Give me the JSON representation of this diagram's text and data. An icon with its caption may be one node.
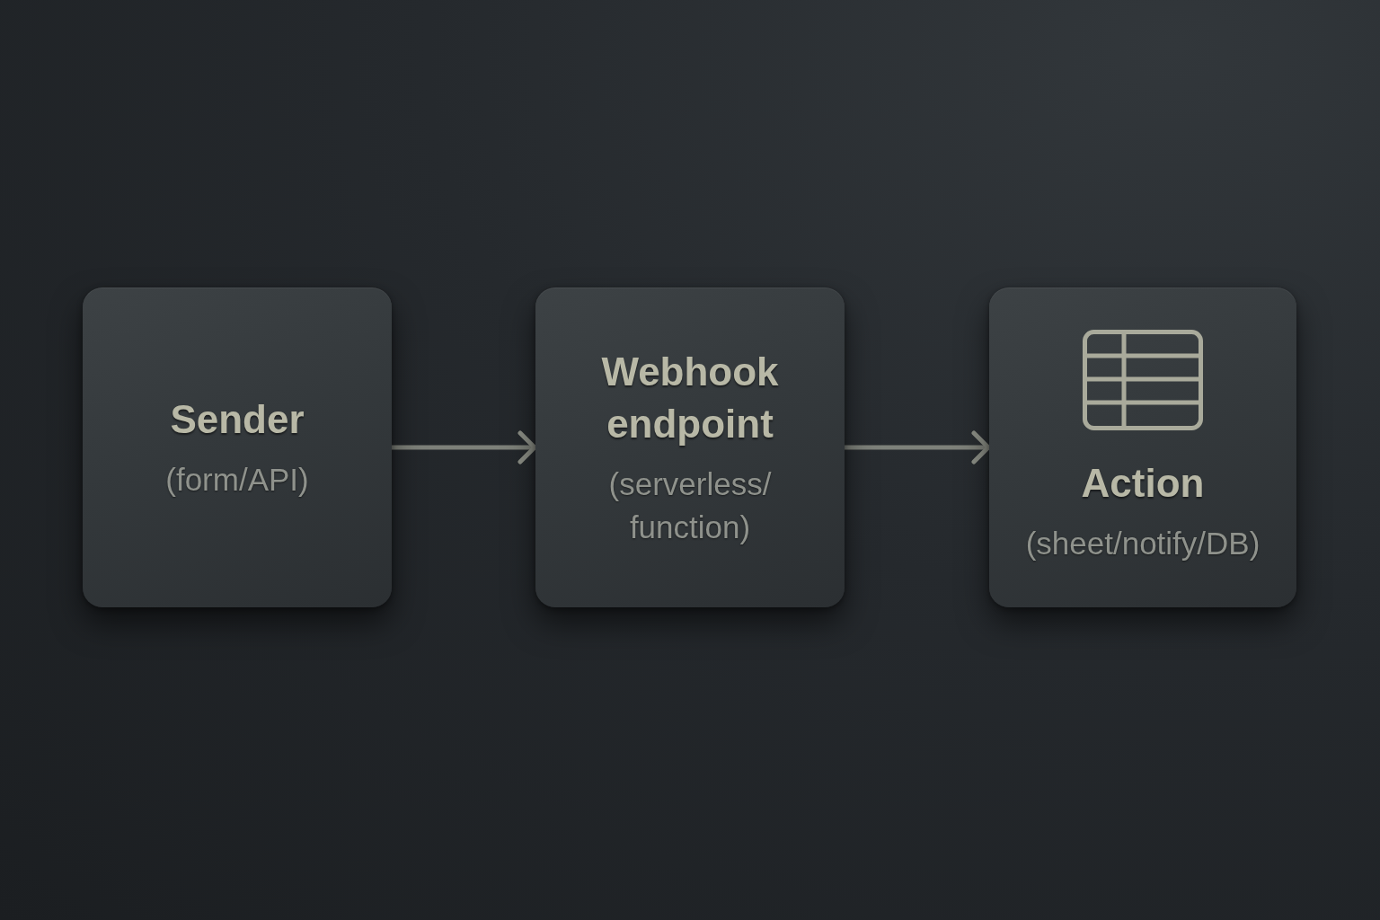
{
  "diagram": {
    "nodes": [
      {
        "text": [
          "Sender",
          "(form/API)"
        ]
      },
      {
        "text": [
          "Webhook endpoint",
          "(serverless/ function)"
        ]
      },
      {
        "text": [
          "Action",
          "(sheet/notify/DB)"
        ]
      }
    ],
    "edges": [
      {
        "from": 0,
        "to": 1,
        "arrow": "to"
      },
      {
        "from": 1,
        "to": 2,
        "arrow": "to"
      }
    ]
  }
}
